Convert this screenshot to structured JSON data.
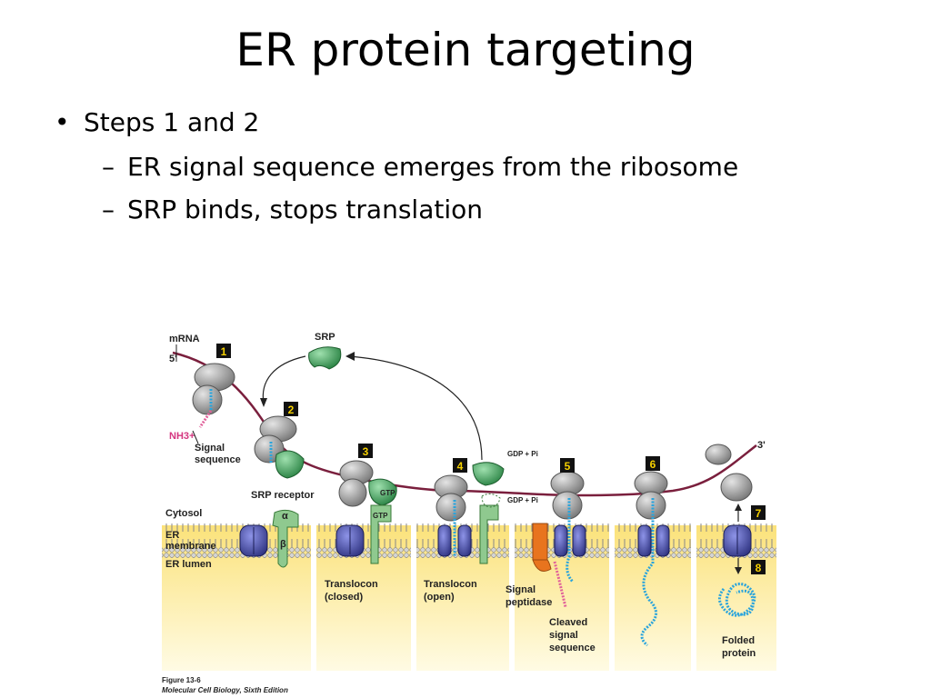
{
  "title": "ER protein targeting",
  "bullets": {
    "main": "Steps 1 and 2",
    "sub": [
      "ER signal sequence emerges from the ribosome",
      "SRP binds, stops translation"
    ]
  },
  "figure": {
    "labels": {
      "mrna": "mRNA",
      "five_prime": "5'",
      "three_prime": "3'",
      "srp": "SRP",
      "nh3": "NH3+",
      "signal_sequence": [
        "Signal",
        "sequence"
      ],
      "srp_receptor": "SRP receptor",
      "cytosol": "Cytosol",
      "er_membrane": [
        "ER",
        "membrane"
      ],
      "er_lumen": "ER lumen",
      "alpha": "α",
      "beta": "β",
      "gtp": "GTP",
      "gdp_pi": "GDP + Pi",
      "translocon_closed": [
        "Translocon",
        "(closed)"
      ],
      "translocon_open": [
        "Translocon",
        "(open)"
      ],
      "signal_peptidase": [
        "Signal",
        "peptidase"
      ],
      "cleaved_signal_sequence": [
        "Cleaved",
        "signal",
        "sequence"
      ],
      "folded_protein": [
        "Folded",
        "protein"
      ]
    },
    "steps": [
      "1",
      "2",
      "3",
      "4",
      "5",
      "6",
      "7",
      "8"
    ],
    "caption": {
      "line1": "Figure 13-6",
      "line2": "Molecular Cell Biology, Sixth Edition"
    },
    "colors": {
      "lumen": "#fbe98a",
      "mrna": "#7a1f3d",
      "ribosome": "#8e8e8e",
      "srp": "#3d9a55",
      "translocon": "#3b3f9a",
      "receptor": "#8fc98f",
      "peptidase": "#e8741e",
      "chain": "#2aa4dc",
      "signal": "#e0609a",
      "step_box": "#111111"
    }
  }
}
